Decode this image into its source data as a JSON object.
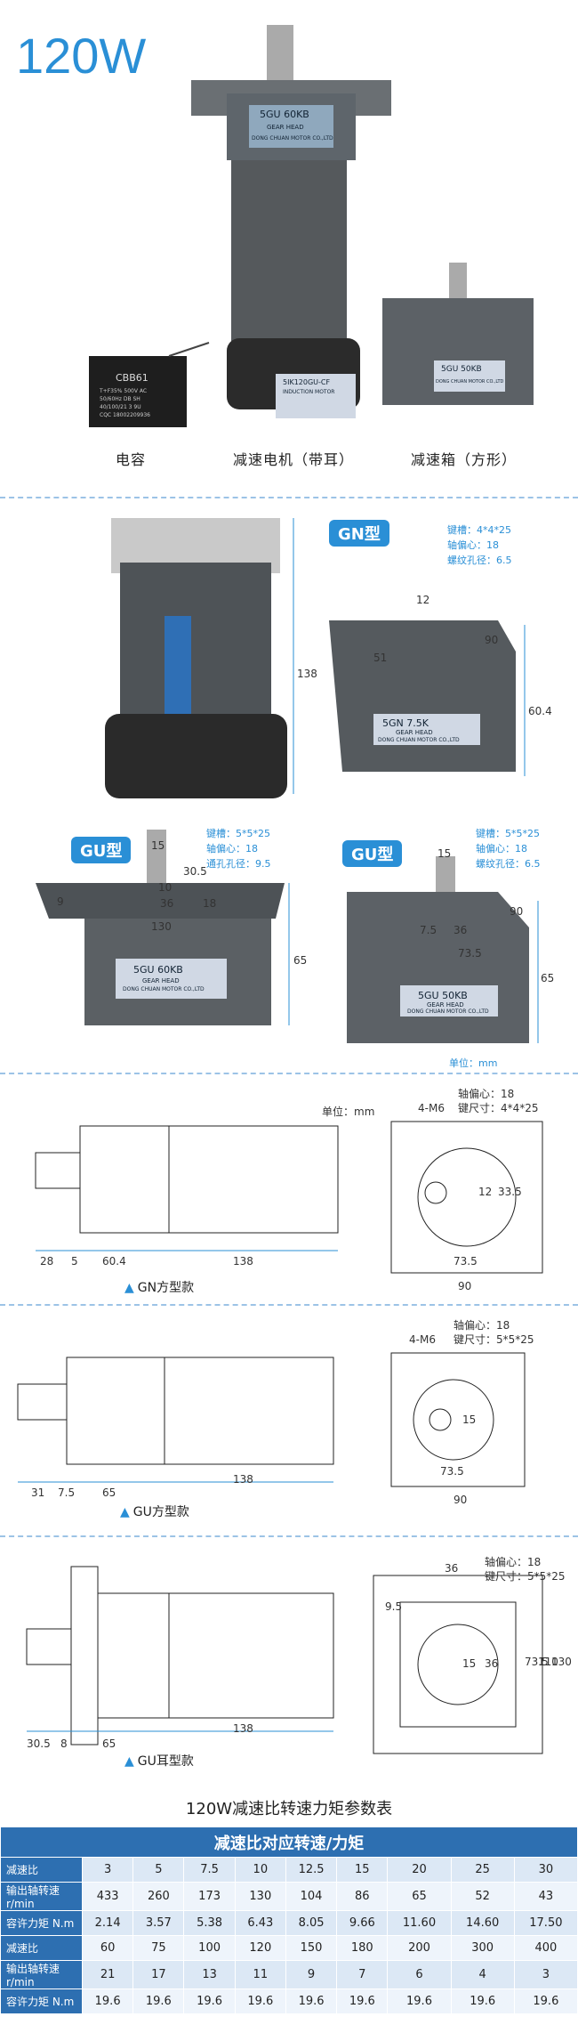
{
  "header": {
    "power": "120W"
  },
  "products": {
    "capacitor": {
      "caption": "电容",
      "model": "CBB61",
      "spec1": "T+F35% 500V AC",
      "spec2": "50/60Hz DB SH",
      "spec3": "40/100/21 3 9U",
      "spec4": "CQC 18002209936"
    },
    "motor": {
      "caption": "减速电机（带耳）",
      "head_model": "5GU   60KB",
      "head_text": "GEAR HEAD",
      "company": "DONG CHUAN MOTOR CO.,LTD",
      "motor_label": "5IK120GU-CF",
      "motor_text": "INDUCTION MOTOR"
    },
    "gearbox": {
      "caption": "减速箱（方形）",
      "model": "5GU   50KB",
      "company": "DONG CHUAN MOTOR CO.,LTD"
    }
  },
  "section2": {
    "gn_badge": "GN型",
    "gn_specs": [
      "键槽：4*4*25",
      "轴偏心：18",
      "螺纹孔径：6.5"
    ],
    "gn_dims": {
      "a": "12",
      "b": "51",
      "c": "90",
      "d": "60.4",
      "e": "138"
    },
    "gn_box_model": "5GN   7.5K",
    "gn_box_text": "GEAR HEAD",
    "gn_box_company": "DONG CHUAN MOTOR CO.,LTD",
    "gu1_badge": "GU型",
    "gu1_specs": [
      "键槽：5*5*25",
      "轴偏心：18",
      "通孔孔径：9.5"
    ],
    "gu1_dims": {
      "a": "15",
      "b": "30.5",
      "c": "10",
      "d": "36",
      "e": "130",
      "f": "65",
      "g": "18",
      "h": "9"
    },
    "gu1_model": "5GU   60KB",
    "gu1_text": "GEAR HEAD",
    "gu1_company": "DONG CHUAN MOTOR CO.,LTD",
    "gu2_badge": "GU型",
    "gu2_specs": [
      "键槽：5*5*25",
      "轴偏心：18",
      "螺纹孔径：6.5"
    ],
    "gu2_dims": {
      "a": "15",
      "b": "7.5",
      "c": "36",
      "d": "73.5",
      "e": "90",
      "f": "65"
    },
    "gu2_model": "5GU   50KB",
    "gu2_text": "GEAR HEAD",
    "gu2_company": "DONG CHUAN MOTOR CO.,LTD",
    "unit": "单位：mm"
  },
  "drawings": {
    "d1": {
      "unit": "单位：mm",
      "hole": "4-M6",
      "spec1": "轴偏心：18",
      "spec2": "键尺寸：4*4*25",
      "dims": [
        "28",
        "5",
        "60.4",
        "138"
      ],
      "front": [
        "12",
        "33.5",
        "73.5",
        "90"
      ],
      "caption": "GN方型款"
    },
    "d2": {
      "hole": "4-M6",
      "spec1": "轴偏心：18",
      "spec2": "键尺寸：5*5*25",
      "dims": [
        "31",
        "7.5",
        "65",
        "138"
      ],
      "front": [
        "15",
        "73.5",
        "90"
      ],
      "caption": "GU方型款"
    },
    "d3": {
      "spec1": "轴偏心：18",
      "spec2": "键尺寸：5*5*25",
      "dims": [
        "30.5",
        "8",
        "65",
        "138"
      ],
      "front": [
        "36",
        "9.5",
        "15",
        "36",
        "73.5",
        "110",
        "130"
      ],
      "caption": "GU耳型款"
    }
  },
  "table": {
    "title": "120W减速比转速力矩参数表",
    "header": "减速比对应转速/力矩",
    "rows": [
      {
        "label": "减速比",
        "values": [
          "3",
          "5",
          "7.5",
          "10",
          "12.5",
          "15",
          "20",
          "25",
          "30"
        ]
      },
      {
        "label": "输出轴转速r/min",
        "values": [
          "433",
          "260",
          "173",
          "130",
          "104",
          "86",
          "65",
          "52",
          "43"
        ]
      },
      {
        "label": "容许力矩 N.m",
        "values": [
          "2.14",
          "3.57",
          "5.38",
          "6.43",
          "8.05",
          "9.66",
          "11.60",
          "14.60",
          "17.50"
        ]
      },
      {
        "label": "减速比",
        "values": [
          "60",
          "75",
          "100",
          "120",
          "150",
          "180",
          "200",
          "300",
          "400"
        ]
      },
      {
        "label": "输出轴转速r/min",
        "values": [
          "21",
          "17",
          "13",
          "11",
          "9",
          "7",
          "6",
          "4",
          "3"
        ]
      },
      {
        "label": "容许力矩 N.m",
        "values": [
          "19.6",
          "19.6",
          "19.6",
          "19.6",
          "19.6",
          "19.6",
          "19.6",
          "19.6",
          "19.6"
        ]
      }
    ]
  }
}
